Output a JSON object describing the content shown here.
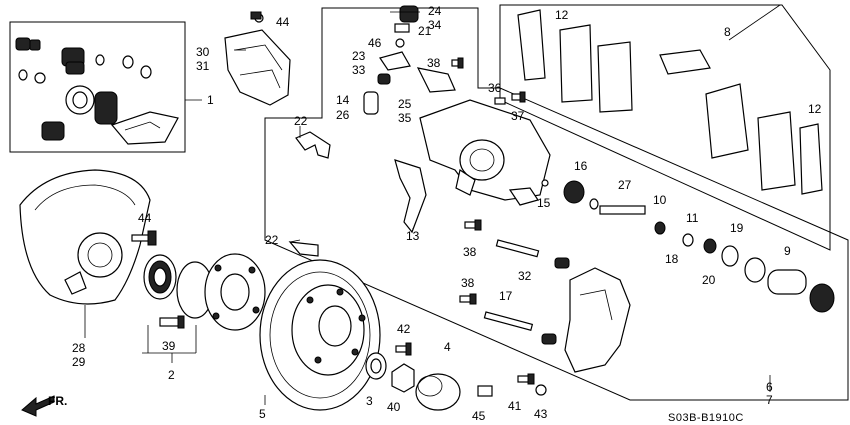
{
  "diagram": {
    "code": "S03B-B1910C",
    "direction": "FR.",
    "labels": [
      {
        "id": "l1",
        "text": "1"
      },
      {
        "id": "l2",
        "text": "2"
      },
      {
        "id": "l3",
        "text": "3"
      },
      {
        "id": "l4",
        "text": "4"
      },
      {
        "id": "l5",
        "text": "5"
      },
      {
        "id": "l6",
        "text": "6"
      },
      {
        "id": "l7",
        "text": "7"
      },
      {
        "id": "l8",
        "text": "8"
      },
      {
        "id": "l9",
        "text": "9"
      },
      {
        "id": "l10",
        "text": "10"
      },
      {
        "id": "l11",
        "text": "11"
      },
      {
        "id": "l12a",
        "text": "12"
      },
      {
        "id": "l12b",
        "text": "12"
      },
      {
        "id": "l13",
        "text": "13"
      },
      {
        "id": "l14",
        "text": "14"
      },
      {
        "id": "l15",
        "text": "15"
      },
      {
        "id": "l16",
        "text": "16"
      },
      {
        "id": "l17",
        "text": "17"
      },
      {
        "id": "l18",
        "text": "18"
      },
      {
        "id": "l19",
        "text": "19"
      },
      {
        "id": "l20",
        "text": "20"
      },
      {
        "id": "l21",
        "text": "21"
      },
      {
        "id": "l22a",
        "text": "22"
      },
      {
        "id": "l22b",
        "text": "22"
      },
      {
        "id": "l23",
        "text": "23"
      },
      {
        "id": "l24",
        "text": "24"
      },
      {
        "id": "l25",
        "text": "25"
      },
      {
        "id": "l26",
        "text": "26"
      },
      {
        "id": "l27",
        "text": "27"
      },
      {
        "id": "l28",
        "text": "28"
      },
      {
        "id": "l29",
        "text": "29"
      },
      {
        "id": "l30",
        "text": "30"
      },
      {
        "id": "l31",
        "text": "31"
      },
      {
        "id": "l32",
        "text": "32"
      },
      {
        "id": "l33",
        "text": "33"
      },
      {
        "id": "l34",
        "text": "34"
      },
      {
        "id": "l35",
        "text": "35"
      },
      {
        "id": "l36",
        "text": "36"
      },
      {
        "id": "l37",
        "text": "37"
      },
      {
        "id": "l38a",
        "text": "38"
      },
      {
        "id": "l38b",
        "text": "38"
      },
      {
        "id": "l38c",
        "text": "38"
      },
      {
        "id": "l39",
        "text": "39"
      },
      {
        "id": "l40",
        "text": "40"
      },
      {
        "id": "l41",
        "text": "41"
      },
      {
        "id": "l42",
        "text": "42"
      },
      {
        "id": "l43",
        "text": "43"
      },
      {
        "id": "l44a",
        "text": "44"
      },
      {
        "id": "l44b",
        "text": "44"
      },
      {
        "id": "l45",
        "text": "45"
      },
      {
        "id": "l46",
        "text": "46"
      }
    ]
  }
}
